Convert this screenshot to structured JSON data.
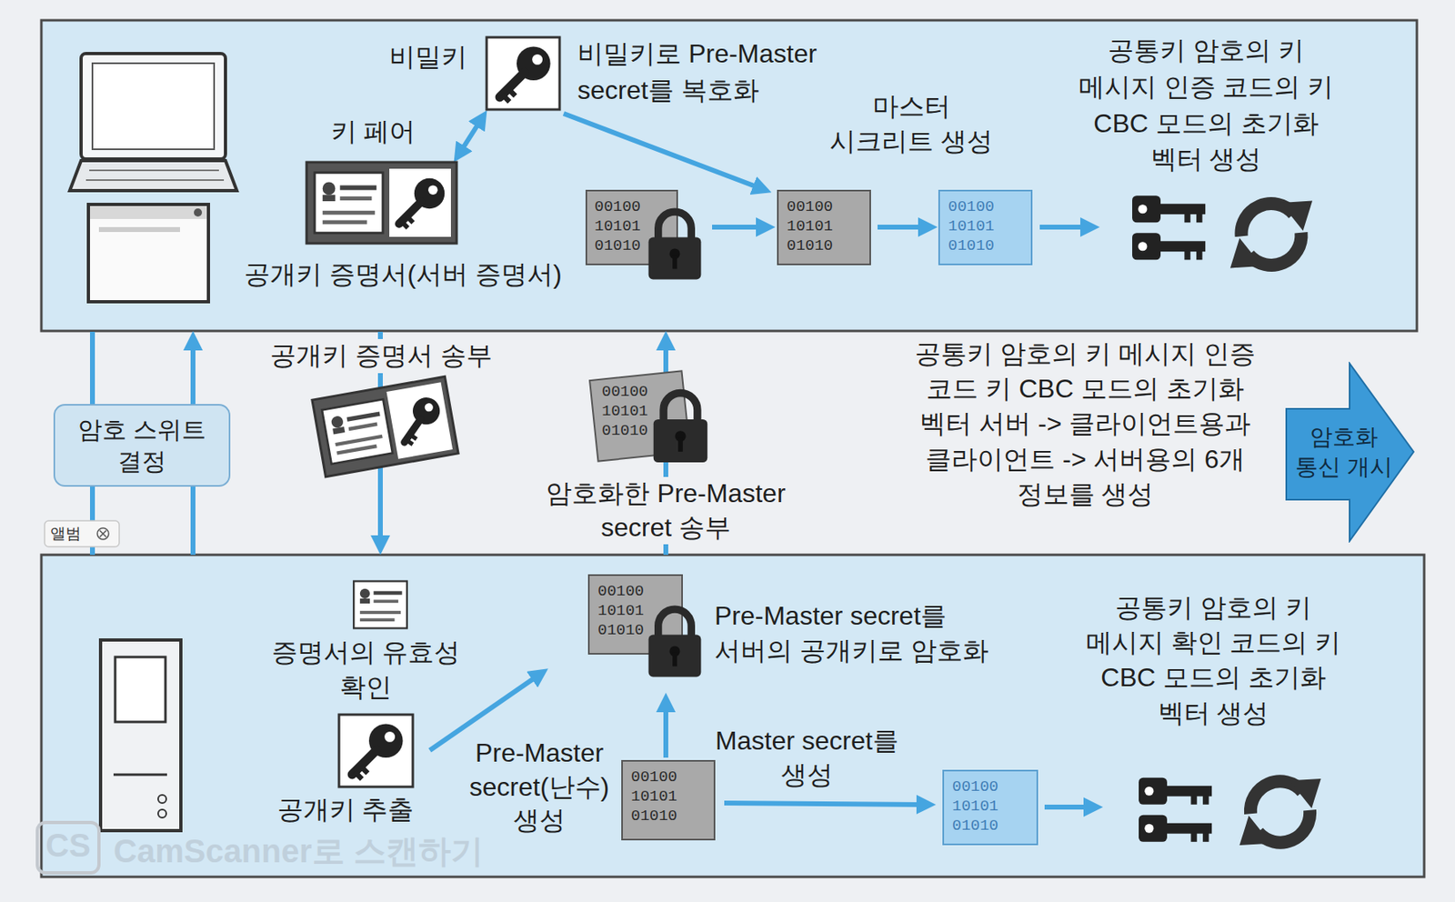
{
  "diagram": {
    "nodes": [
      {
        "text": [
          "암호 스위트 결정"
        ]
      },
      {
        "text": [
          "암호화 통신 개시"
        ]
      }
    ],
    "labels": [
      "비밀키",
      "비밀키로 Pre-Master secret를 복호화",
      "키 페어",
      "공개키 증명서(서버 증명서)",
      "마스터 시크리트 생성",
      "공통키 암호의 키 메시지 인증 코드의 키 CBC 모드의 초기화 벡터 생성",
      "공개키 증명서 송부",
      "암호화한 Pre-Master secret 송부",
      "공통키 암호의 키 메시지 인증 코드 키 CBC 모드의 초기화 벡터 서버 -> 클라이언트용과 클라이언트 -> 서버용의 6개 정보를 생성",
      "증명서의 유효성 확인",
      "Pre-Master secret를 서버의 공개키로 암호화",
      "공개키 추출",
      "Pre-Master secret(난수) 생성",
      "Master secret를 생성",
      "공통키 암호의 키 메시지 확인 코드의 키 CBC 모드의 초기화 벡터 생성",
      "00100 10101 01010",
      "00100 10101 01010",
      "00100 10101 01010",
      "00100 10101 01010",
      "00100 10101 01010",
      "00100 10101 01010",
      "00100 10101 01010",
      "앨범",
      "CS",
      "CamScanner로 스캔하기"
    ]
  }
}
